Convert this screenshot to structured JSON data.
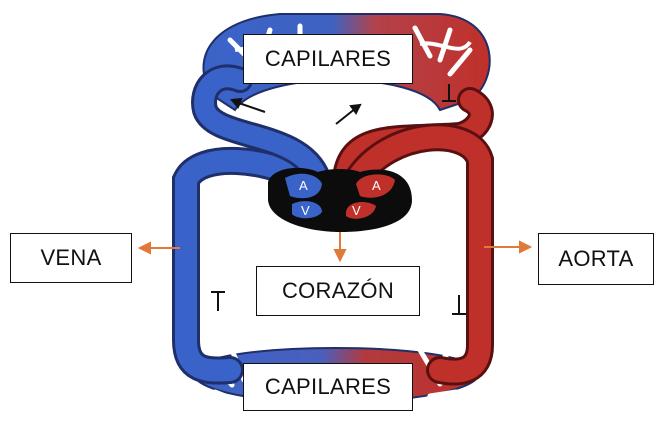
{
  "labels": {
    "capilares_top": "CAPILARES",
    "vena": "VENA",
    "corazon": "CORAZÓN",
    "aorta": "AORTA",
    "capilares_bottom": "CAPILARES"
  },
  "heart_chambers": {
    "left_atrium": "A",
    "right_atrium": "A",
    "left_ventricle": "V",
    "right_ventricle": "V"
  },
  "colors": {
    "venous_blue": "#3a63c9",
    "arterial_red": "#c0302a",
    "heart_dark": "#0c0c0c",
    "pointer_orange": "#e07a3a"
  }
}
